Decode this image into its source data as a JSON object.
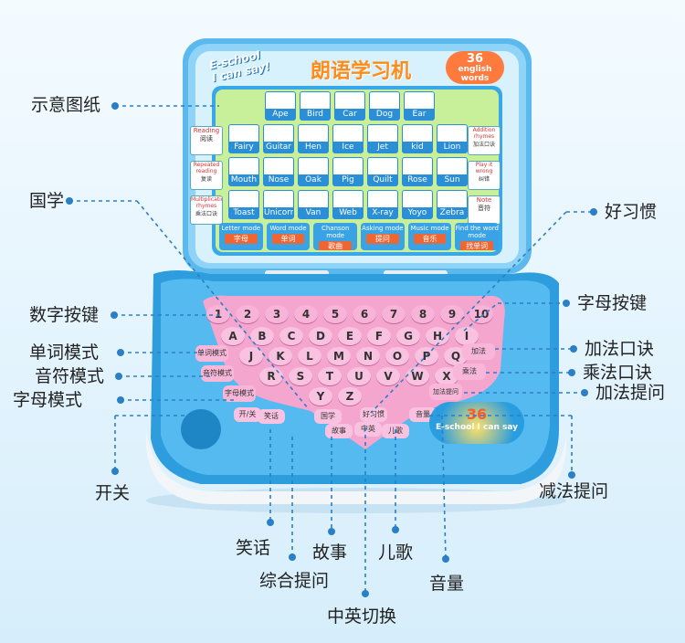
{
  "toy": {
    "screen": {
      "brand_line1": "E-school",
      "brand_line2": "I can say!",
      "title": "朗语学习机",
      "badge_num": "36",
      "badge_line1": "english",
      "badge_line2": "words",
      "side_left": [
        {
          "en": "Reading",
          "cn": "阅读"
        },
        {
          "en": "Repeated reading",
          "cn": "复读"
        },
        {
          "en": "Multiplication rhymes",
          "cn": "乘法口诀"
        }
      ],
      "side_right": [
        {
          "en": "Addition rhymes",
          "cn": "加法口诀"
        },
        {
          "en": "Play it wrong",
          "cn": "纠错"
        },
        {
          "en": "Note",
          "cn": "音符"
        }
      ],
      "words": [
        "Ape",
        "Bird",
        "Car",
        "Dog",
        "Ear",
        "Fairy",
        "Guitar",
        "Hen",
        "Ice",
        "Jet",
        "kid",
        "Lion",
        "Mouth",
        "Nose",
        "Oak",
        "Pig",
        "Quilt",
        "Rose",
        "Sun",
        "Toast",
        "Unicorn",
        "Van",
        "Web",
        "X-ray",
        "Yoyo",
        "Zebra"
      ],
      "modes": [
        {
          "en": "Letter mode",
          "cn": "字母"
        },
        {
          "en": "Word mode",
          "cn": "单词"
        },
        {
          "en": "Chanson mode",
          "cn": "歌曲"
        },
        {
          "en": "Asking mode",
          "cn": "提问"
        },
        {
          "en": "Music mode",
          "cn": "音乐"
        },
        {
          "en": "Find the word mode",
          "cn": "找单词"
        }
      ]
    },
    "keyboard": {
      "numbers": [
        "1",
        "2",
        "3",
        "4",
        "5",
        "6",
        "7",
        "8",
        "9",
        "10"
      ],
      "row1": [
        "A",
        "B",
        "C",
        "D",
        "E",
        "F",
        "G",
        "H",
        "I"
      ],
      "row2": [
        "J",
        "K",
        "L",
        "M",
        "N",
        "O",
        "P",
        "Q"
      ],
      "row3": [
        "R",
        "S",
        "T",
        "U",
        "V",
        "W",
        "X"
      ],
      "row4": [
        "Y",
        "Z"
      ],
      "left_keys": [
        "单词模式",
        "音符模式",
        "字母模式"
      ],
      "right_keys": [
        "加法",
        "乘法",
        "加法提问"
      ],
      "bottom_keys": [
        "笑话",
        "国学",
        "故事",
        "中英",
        "儿歌",
        "音量",
        "好习惯",
        "开/关"
      ],
      "badge_num": "36",
      "badge_text": "E-school I can say"
    }
  },
  "callouts": {
    "left": [
      "示意图纸",
      "国学",
      "数字按键",
      "单词模式",
      "音符模式",
      "字母模式"
    ],
    "right": [
      "好习惯",
      "字母按键",
      "加法口诀",
      "乘法口诀",
      "加法提问",
      "减法提问"
    ],
    "bottom": [
      "开关",
      "笑话",
      "综合提问",
      "故事",
      "儿歌",
      "音量",
      "中英切换"
    ]
  }
}
